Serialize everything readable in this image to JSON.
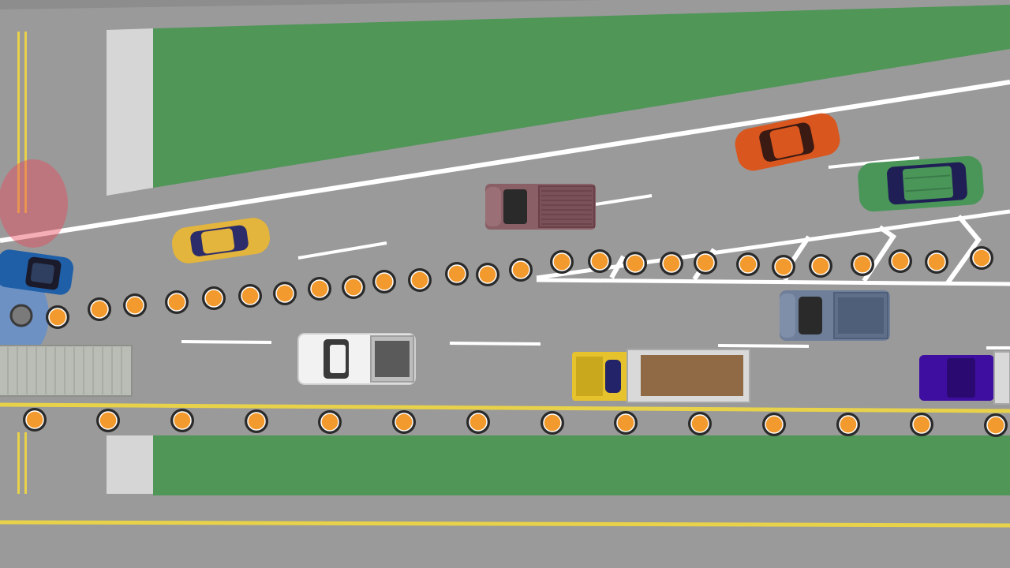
{
  "scene": {
    "type": "traffic-diagram",
    "view": "top-down",
    "road_color": "#9a9a9a",
    "grass_color": "#4f9657",
    "lane_line_color": "#ffffff",
    "center_line_color": "#e8d24a",
    "drum_color": "#f29a2e",
    "drum_rim_color": "#2a2a2a",
    "crosswalk_color": "#d6d6d6",
    "siren_red_color": "#e94b5c",
    "siren_blue_color": "#4a8be8"
  },
  "vehicles": [
    {
      "name": "police-car",
      "kind": "sedan",
      "color": "#1f5fa8"
    },
    {
      "name": "yellow-sedan",
      "kind": "sedan",
      "color": "#e3b53c"
    },
    {
      "name": "maroon-pickup",
      "kind": "pickup",
      "color": "#8a5f66"
    },
    {
      "name": "orange-sedan",
      "kind": "sedan",
      "color": "#d9561f"
    },
    {
      "name": "green-suv",
      "kind": "suv",
      "color": "#4a9659"
    },
    {
      "name": "white-pickup",
      "kind": "pickup",
      "color": "#f2f2f2"
    },
    {
      "name": "gray-pickup",
      "kind": "pickup",
      "color": "#6f7f9a"
    },
    {
      "name": "dump-truck",
      "kind": "truck",
      "color": "#e6c32c"
    },
    {
      "name": "purple-semi",
      "kind": "truck",
      "color": "#3d0ea0"
    },
    {
      "name": "gray-trailer",
      "kind": "trailer",
      "color": "#b9bdb6"
    }
  ]
}
